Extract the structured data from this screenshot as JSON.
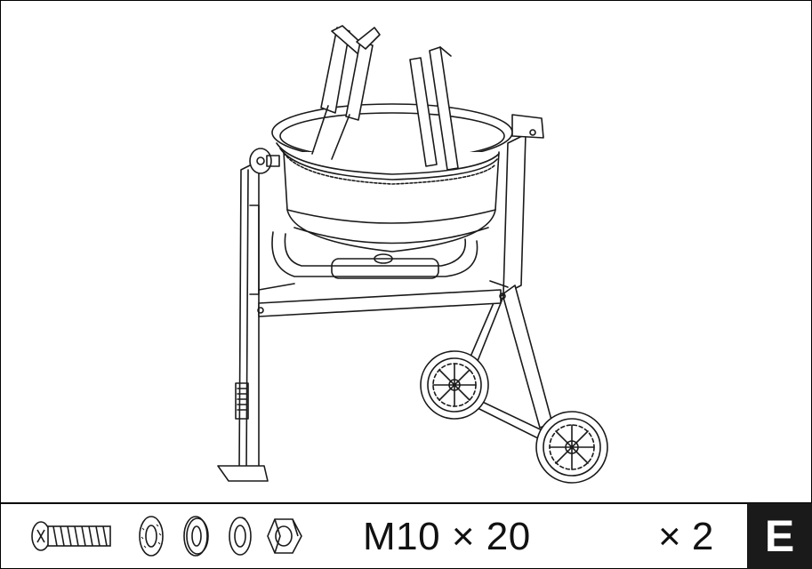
{
  "diagram": {
    "subject": "concrete-mixer-assembly",
    "step_label": "E"
  },
  "parts": {
    "spec": "M10 × 20",
    "quantity": "× 2",
    "items": [
      "screw-icon",
      "spring-washer-icon",
      "flat-washer-icon",
      "lock-washer-icon",
      "hex-nut-icon"
    ]
  },
  "colors": {
    "line": "#1a1a1a",
    "badge_bg": "#1a1a1a",
    "badge_text": "#ffffff"
  }
}
